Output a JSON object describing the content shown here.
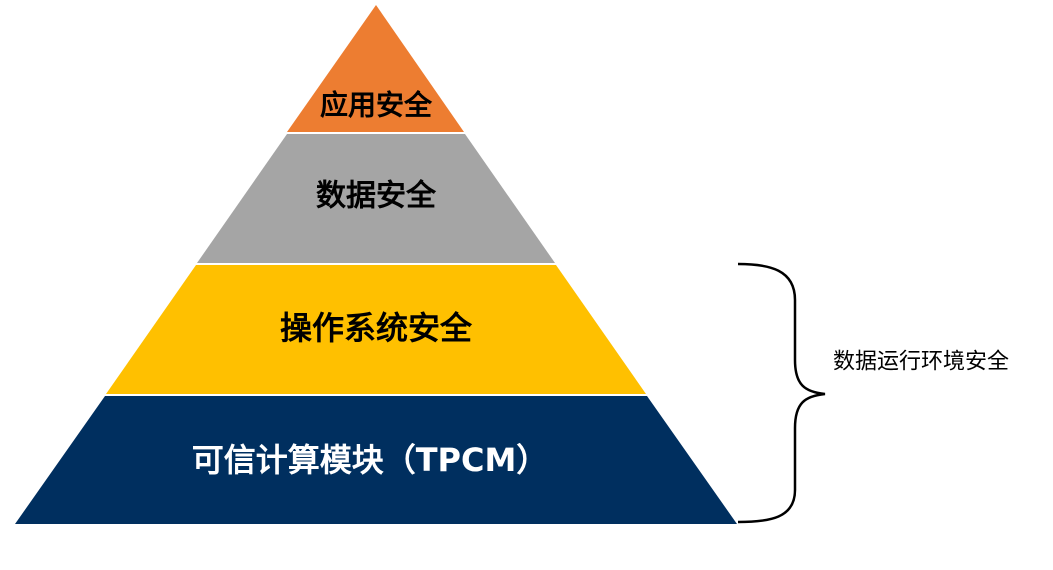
{
  "pyramid": {
    "tiers": [
      {
        "label": "应用安全",
        "color": "#ED7D31",
        "text_color": "#000000"
      },
      {
        "label": "数据安全",
        "color": "#A5A5A5",
        "text_color": "#000000"
      },
      {
        "label": "操作系统安全",
        "color": "#FFC000",
        "text_color": "#000000"
      },
      {
        "label": "可信计算模块（TPCM）",
        "color": "#002F5F",
        "text_color": "#FFFFFF"
      }
    ]
  },
  "bracket": {
    "label": "数据运行环境安全",
    "color": "#000000"
  }
}
